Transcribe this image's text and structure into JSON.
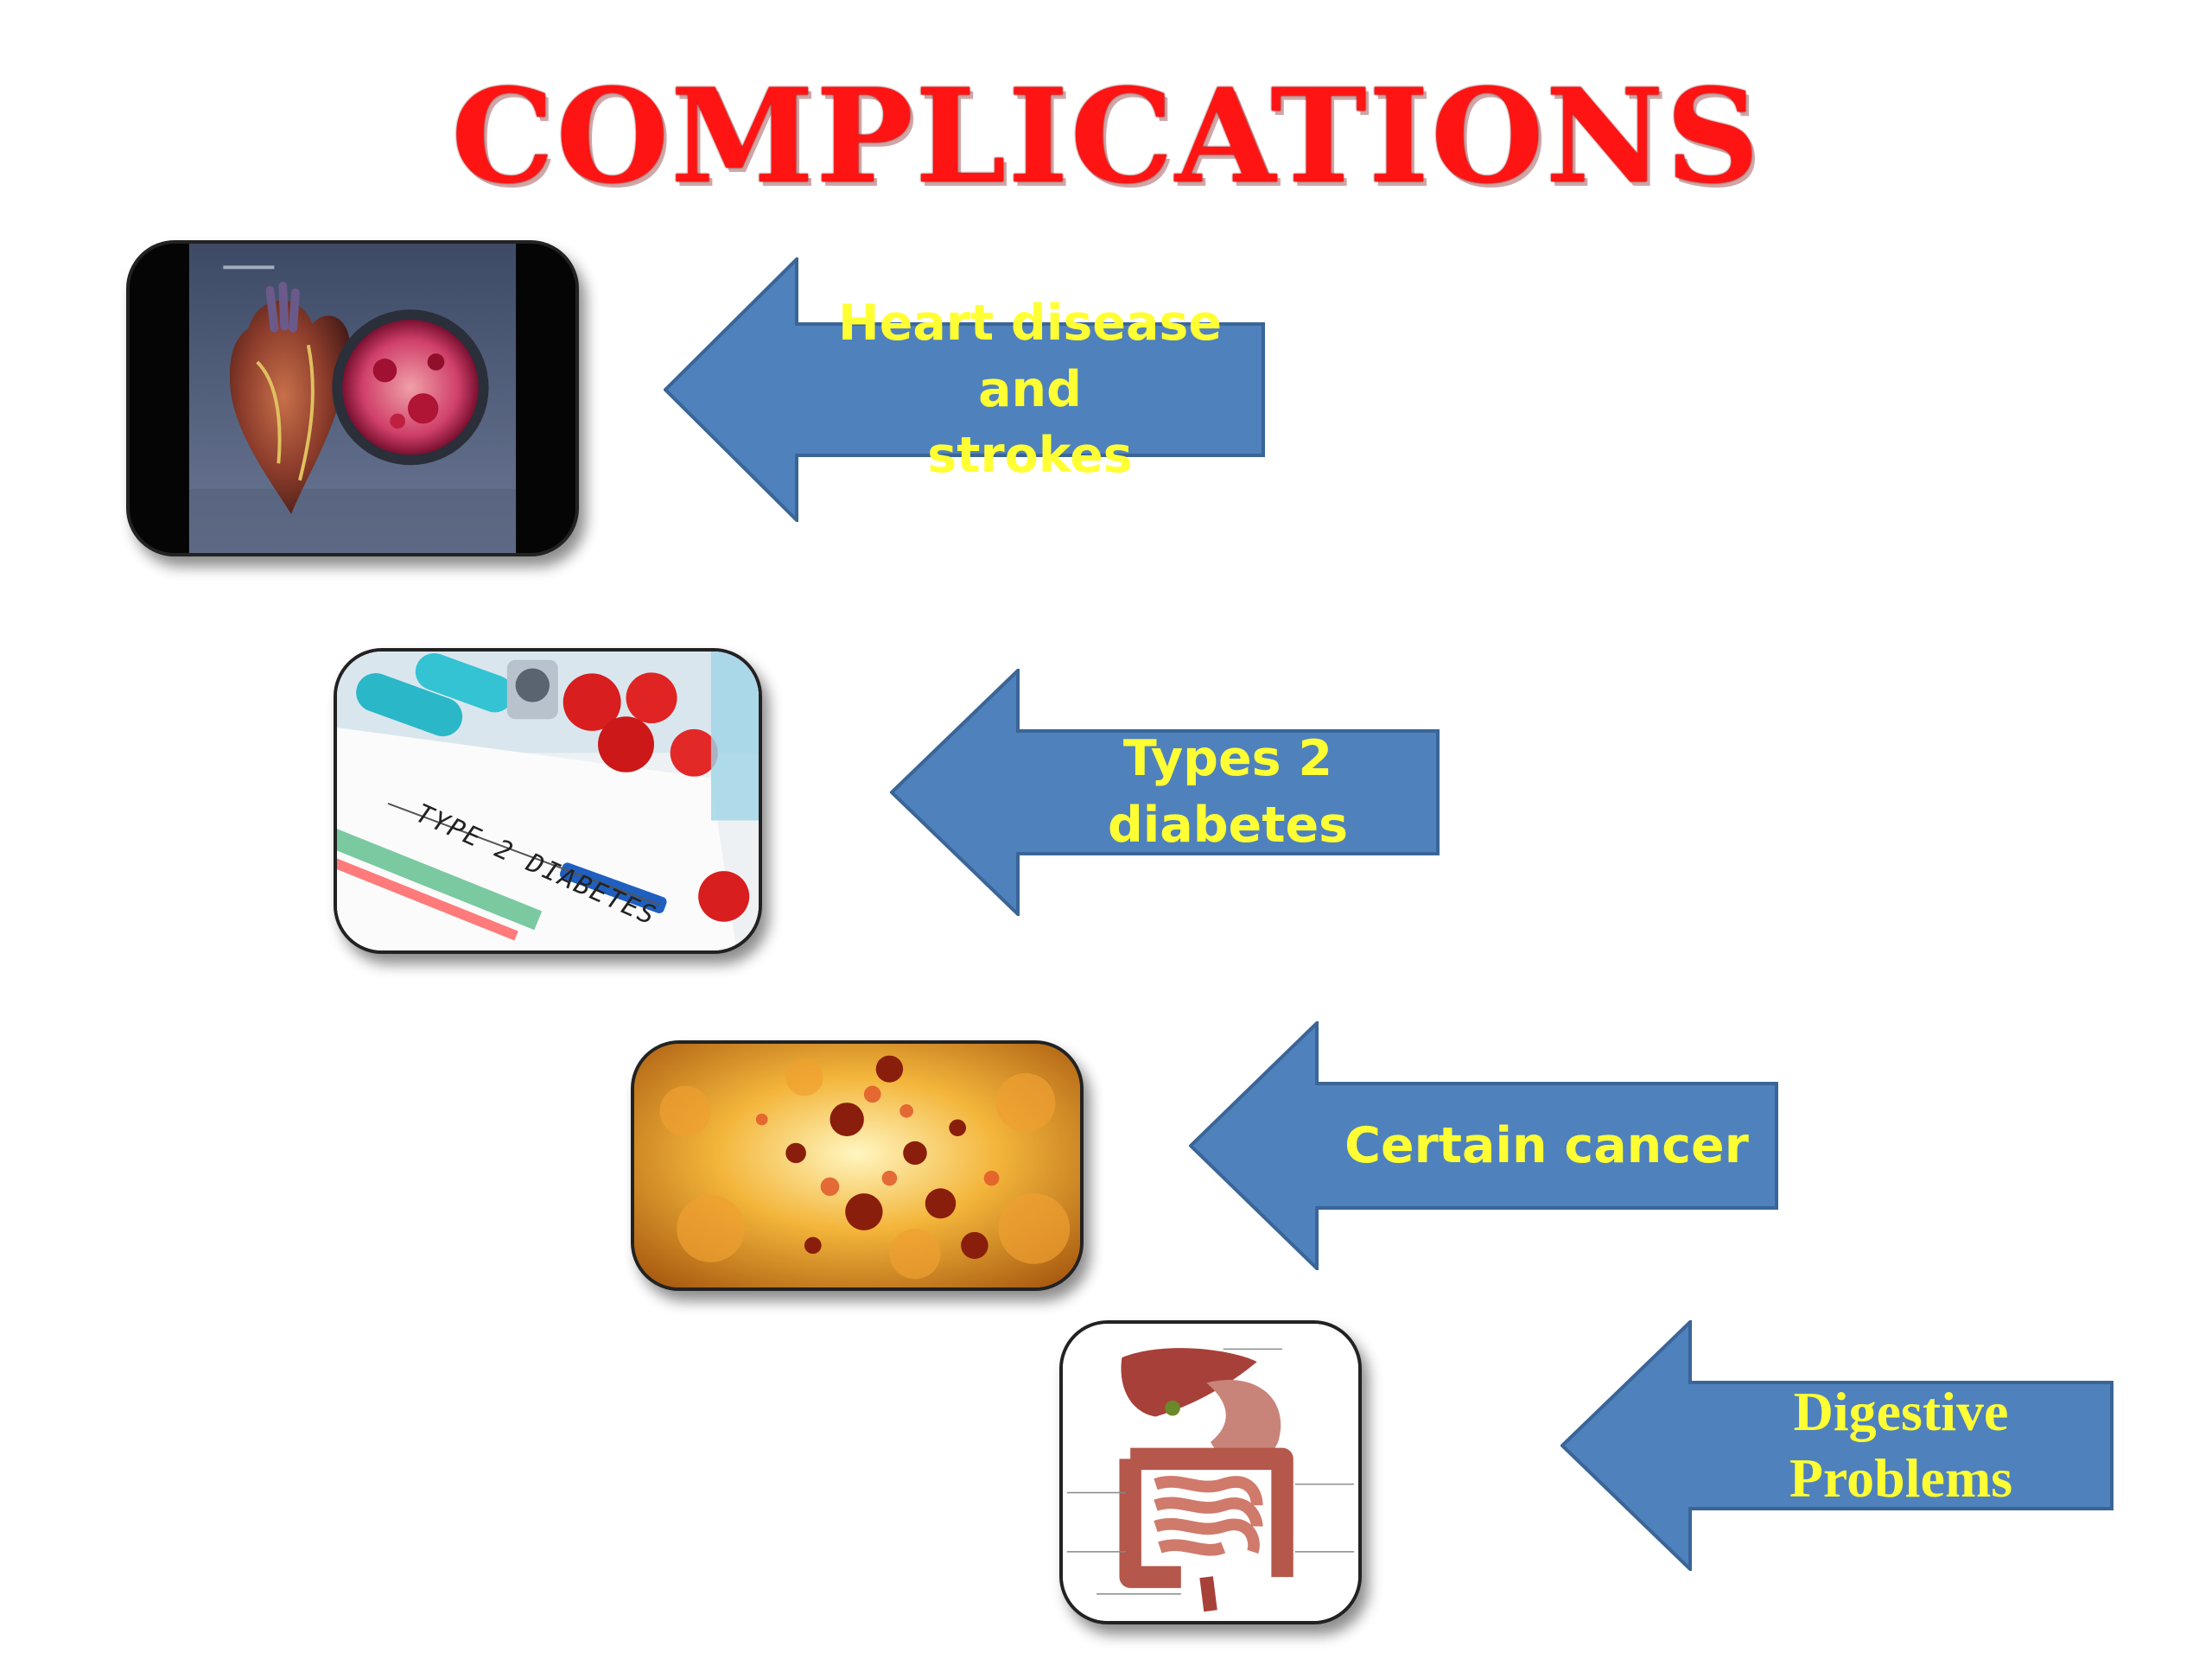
{
  "title": "COMPLICATIONS",
  "colors": {
    "title": "#ff1414",
    "arrow_fill": "#4f81bd",
    "arrow_stroke": "#3a6597",
    "label_text": "#ffff33",
    "card_border": "#222222"
  },
  "complications": [
    {
      "label_line1": "Heart disease and",
      "label_line2": "strokes",
      "image": "heart-illustration"
    },
    {
      "label_line1": "Types 2 diabetes",
      "label_line2": "",
      "image": "type-2-diabetes-photo"
    },
    {
      "label_line1": "Certain cancer",
      "label_line2": "",
      "image": "cancer-cells-illustration"
    },
    {
      "label_line1": "Digestive",
      "label_line2": "Problems",
      "image": "digestive-system-diagram"
    }
  ],
  "images": {
    "diabetes_caption": "TYPE 2 DIABETES"
  }
}
